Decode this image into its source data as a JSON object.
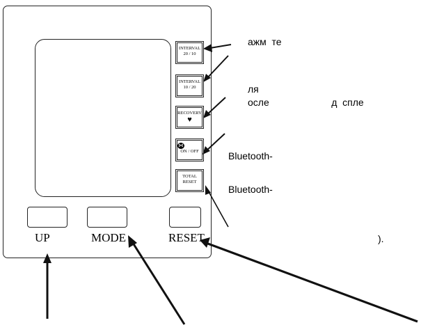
{
  "side_buttons": [
    {
      "line1": "INTERVAL",
      "line2": "20 / 10"
    },
    {
      "line1": "INTERVAL",
      "line2": "10 / 20"
    },
    {
      "line1": "RECOVERY",
      "icon": "heart-icon"
    },
    {
      "icon": "bluetooth-icon",
      "line2": "ON / OFF"
    },
    {
      "line1": "TOTAL",
      "line2": "RESET"
    }
  ],
  "bottom_buttons": {
    "up": "UP",
    "mode": "MODE",
    "reset": "RESET"
  },
  "captions": {
    "c1": "ажм  те",
    "c2": "ля",
    "c3": "осле                       д  спле",
    "c4": "Bluetooth-",
    "c5": "Bluetooth-",
    "c6": ")."
  },
  "colors": {
    "line": "#222222",
    "arrow": "#111111"
  }
}
